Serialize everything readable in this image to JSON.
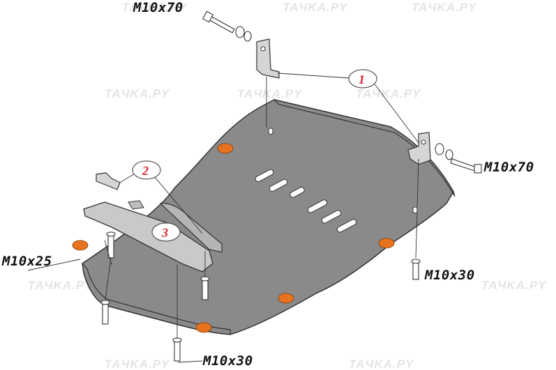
{
  "labels": {
    "bolt_top": "M10x70",
    "bolt_right": "M10x70",
    "bolt_left": "M10x25",
    "bolt_right_bottom": "M10x30",
    "bolt_bottom": "M10x30"
  },
  "callouts": [
    "1",
    "2",
    "3"
  ],
  "watermark": "TAЧKA.PY",
  "colors": {
    "plate": "#8a8a8a",
    "pad": "#e8731f",
    "callout": "#d8262b"
  }
}
